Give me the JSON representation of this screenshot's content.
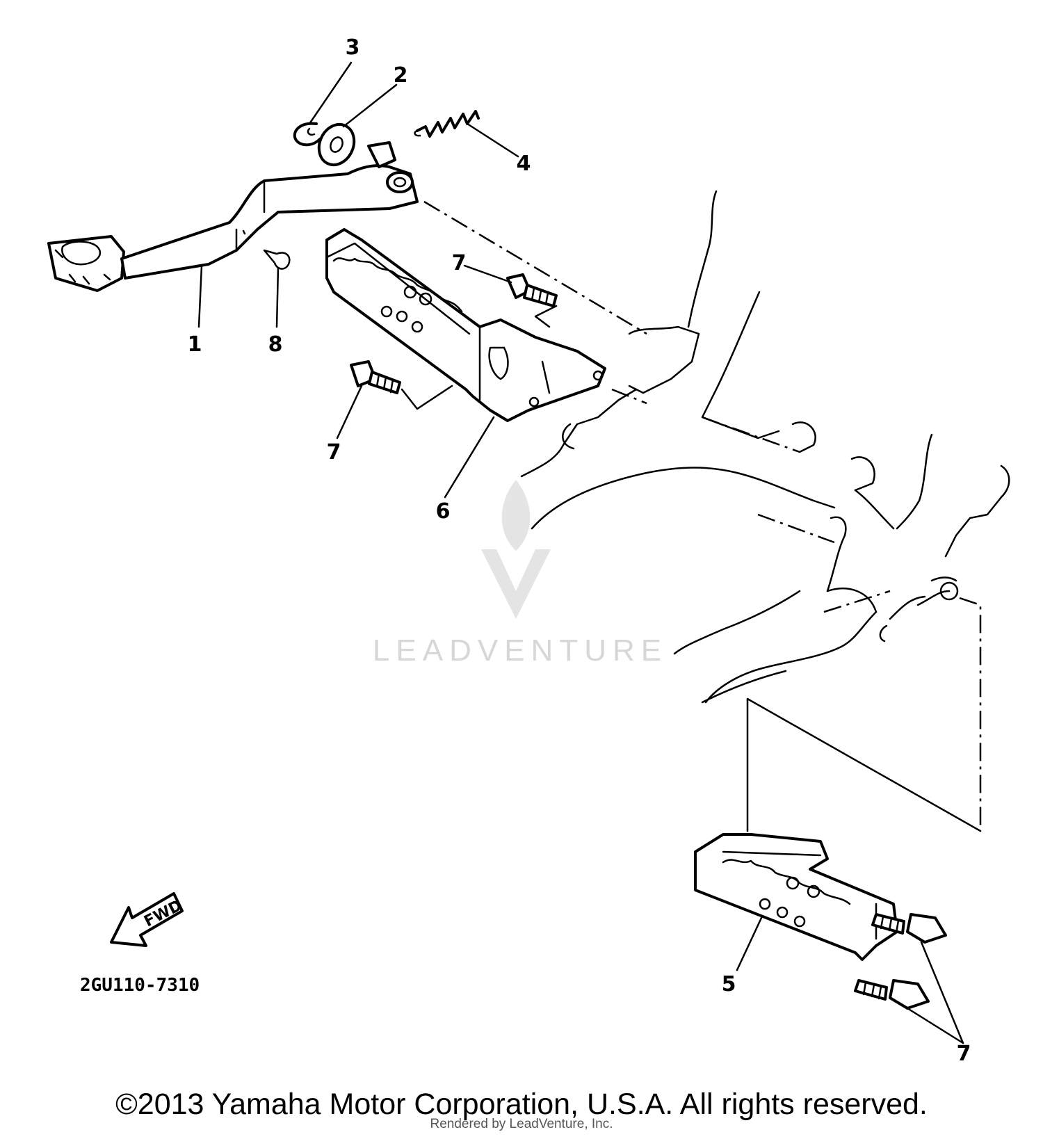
{
  "diagram": {
    "callouts": {
      "part_1": "1",
      "part_2": "2",
      "part_3": "3",
      "part_4": "4",
      "part_5": "5",
      "part_6": "6",
      "part_7_a": "7",
      "part_7_b": "7",
      "part_7_c": "7",
      "part_8": "8"
    },
    "fwd_arrow_label": "FWD",
    "diagram_code": "2GU110-7310",
    "watermark_logo_text": "LEADVENTURE"
  },
  "footer": {
    "copyright": "©2013 Yamaha Motor Corporation, U.S.A. All rights reserved.",
    "rendered_by": "Rendered by LeadVenture, Inc."
  }
}
